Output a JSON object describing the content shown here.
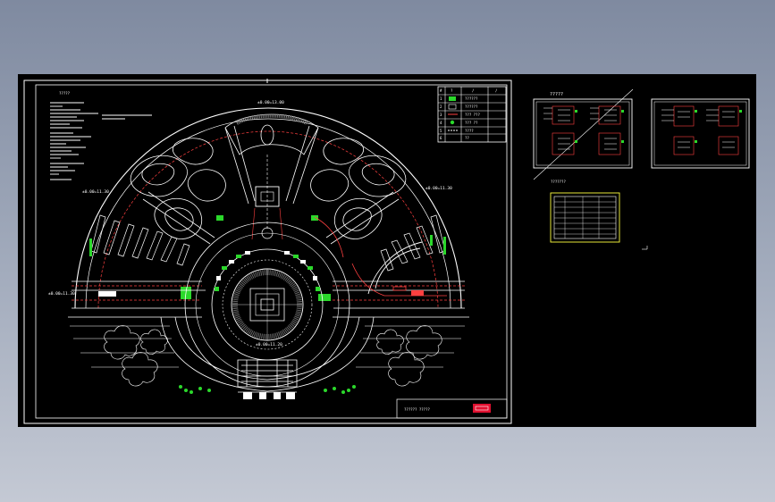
{
  "drawing": {
    "main_sheet": {
      "elevation_labels": {
        "top": "±0.00=13.00",
        "left": "±0.00=11.30",
        "right": "±0.00=11.30",
        "bottom": "±0.00=11.20",
        "west_road": "±0.00=11.30"
      },
      "legend_table": {
        "header": [
          "#",
          "?",
          "/",
          "/"
        ],
        "rows": [
          {
            "no": "1",
            "text": "??????"
          },
          {
            "no": "2",
            "text": "??????"
          },
          {
            "no": "3",
            "text": "??? ???"
          },
          {
            "no": "4",
            "text": "??? ??"
          },
          {
            "no": "5",
            "text": "????"
          },
          {
            "no": "6",
            "text": "??"
          }
        ]
      },
      "notes_title": "?????",
      "title_block": "??????  ?????"
    },
    "side_sheet_a": {
      "title": "?????"
    },
    "side_sheet_c": {
      "title": "???????"
    }
  },
  "colors": {
    "background": "#000000",
    "linework": "#ffffff",
    "road": "#ff4040",
    "planting": "#3cff3c",
    "frame": "#ffffff",
    "logo": "#e01030"
  }
}
